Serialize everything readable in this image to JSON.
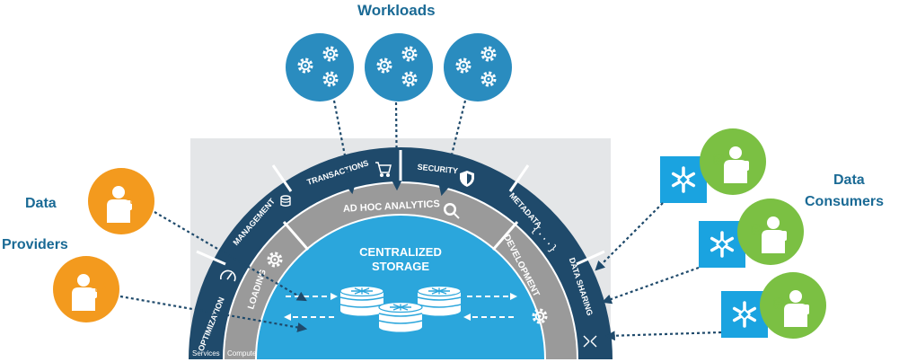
{
  "title": "Workloads",
  "providers_label": {
    "line1": "Data",
    "line2": "Providers"
  },
  "consumers_label": {
    "line1": "Data",
    "line2": "Consumers"
  },
  "center": {
    "line1": "CENTRALIZED",
    "line2": "STORAGE"
  },
  "outer_ring": [
    "OPTIMIZATION",
    "MANAGEMENT",
    "TRANSACTIONS",
    "SECURITY",
    "METADATA",
    "DATA SHARING"
  ],
  "middle_ring": [
    "LOADING",
    "AD HOC ANALYTICS",
    "DEVELOPMENT"
  ],
  "corner_labels": {
    "services": "Services",
    "compute": "Compute"
  },
  "colors": {
    "dark_blue": "#1f4a6b",
    "mid_gray": "#9a9a9a",
    "storage_blue": "#2ba6dc",
    "workload_blue": "#2a8cbf",
    "provider_orange": "#f39a1e",
    "consumer_green": "#7bc043",
    "snowflake_blue": "#1aa3e0",
    "heading_blue": "#1a6a95"
  },
  "icons": [
    "gears-icon",
    "person-database-icon",
    "snowflake-icon",
    "database-stack-icon",
    "cart-icon",
    "shield-icon",
    "dashboard-icon",
    "braces-icon",
    "share-icon"
  ]
}
